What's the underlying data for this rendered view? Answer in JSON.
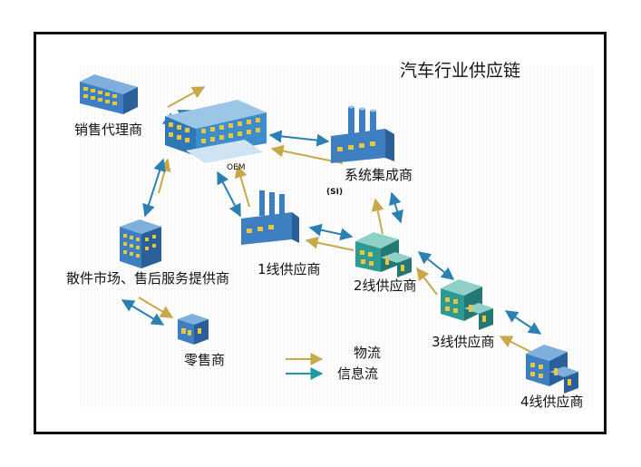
{
  "title": "汽车行业供应链",
  "nodes": {
    "dealer": "销售代理商",
    "oem": "OEM",
    "si_name": "系统集成商",
    "si_abbr": "(SI)",
    "tier1": "1线供应商",
    "tier2": "2线供应商",
    "tier3": "3线供应商",
    "tier4": "4线供应商",
    "aftermarket": "散件市场、售后服务提供商",
    "retailer": "零售商"
  },
  "legend": {
    "logistics": "物流",
    "information": "信息流"
  },
  "colors": {
    "logistics_arrow": "#c8a84a",
    "information_arrow": "#2a7fb3",
    "legend_information_arrow": "#1a9aa8",
    "building_blue": "#3d7fc0",
    "building_teal": "#2e9a94",
    "window_yellow": "#e8c640"
  }
}
